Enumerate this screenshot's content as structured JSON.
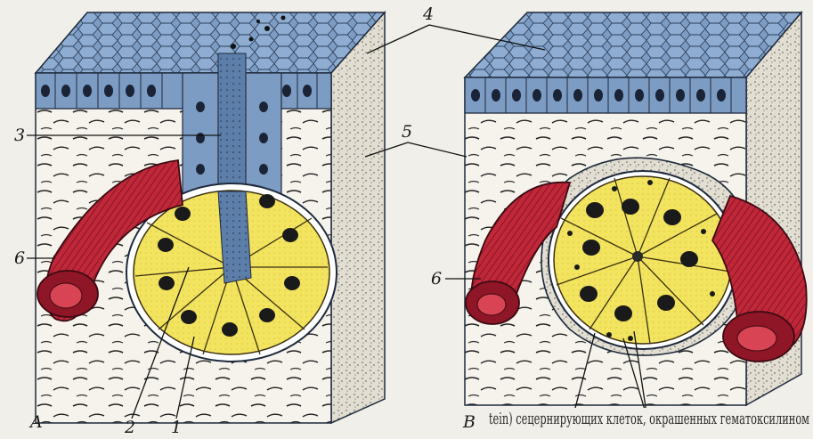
{
  "figure": {
    "panels": [
      {
        "id": "A",
        "letter": "A"
      },
      {
        "id": "B",
        "letter": "B"
      }
    ],
    "callouts": {
      "n1": "1",
      "n2": "2",
      "n3": "3",
      "n4": "4",
      "n5": "5",
      "n6": "6"
    },
    "caption_fragment": "tein) сецернирующих клеток, окрашенных гематоксилином"
  },
  "colors": {
    "epithelium": "#7d9cc4",
    "epithelium_top": "#5e7fa8",
    "secretory_cells": "#f3e460",
    "blood_vessel": "#c0283a",
    "connective_tissue": "#f7f5ef",
    "ink": "#1a1a1a"
  }
}
